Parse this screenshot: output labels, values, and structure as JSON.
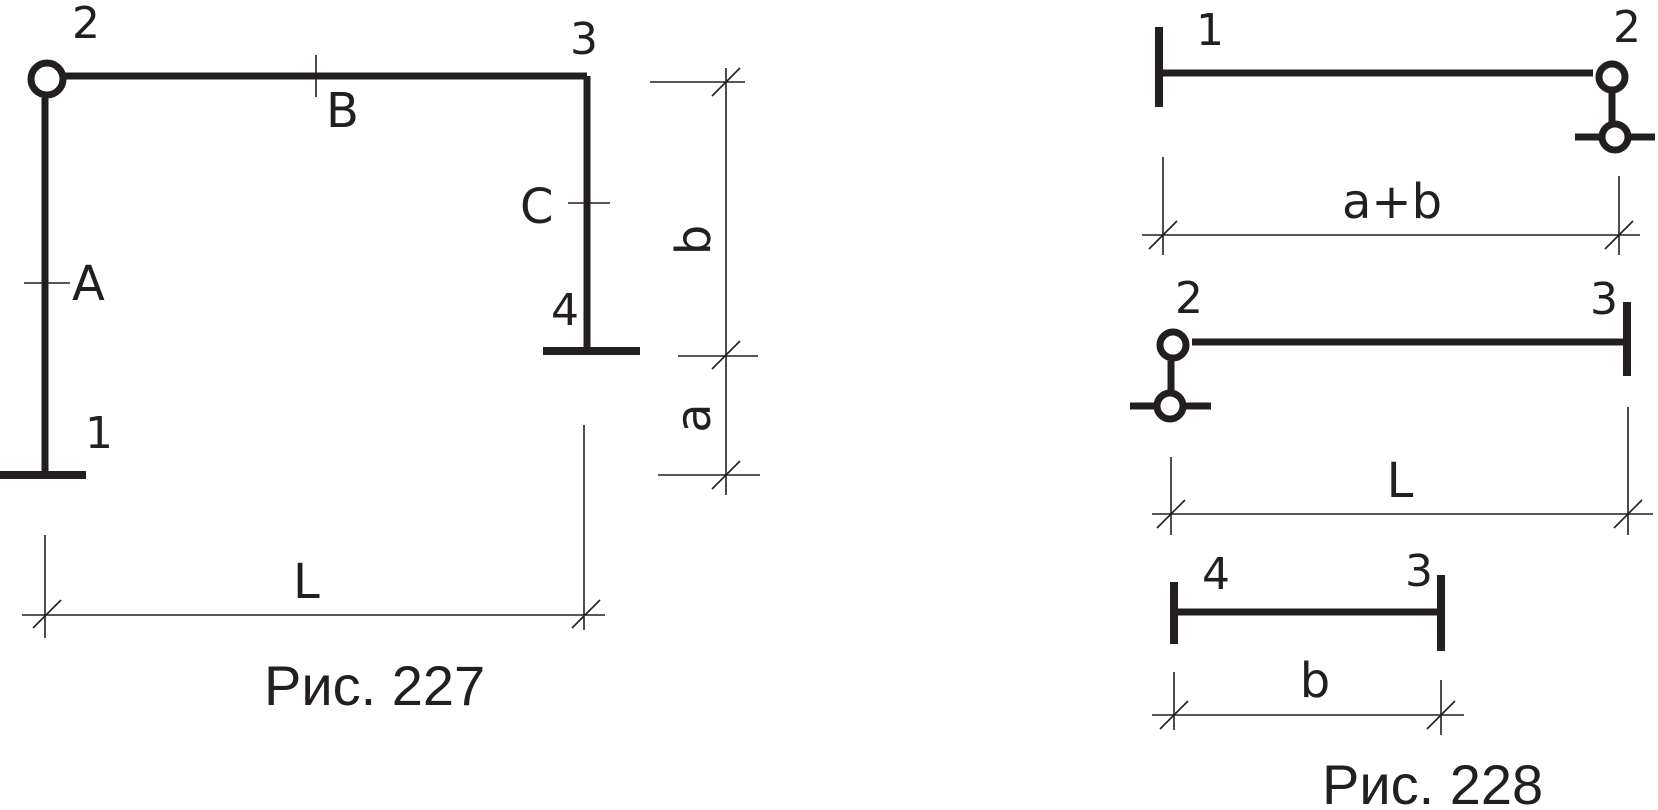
{
  "fig227": {
    "node_1": "1",
    "node_2": "2",
    "node_3": "3",
    "node_4": "4",
    "point_a": "A",
    "point_b": "B",
    "point_c": "C",
    "dim_l": "L",
    "dim_b": "b",
    "dim_a": "a",
    "caption": "Рис. 227"
  },
  "fig228": {
    "beam1": {
      "left": "1",
      "right": "2",
      "dim": "a+b"
    },
    "beam2": {
      "left": "2",
      "right": "3",
      "dim": "L"
    },
    "beam3": {
      "left": "4",
      "right": "3",
      "dim": "b"
    },
    "caption": "Рис. 228"
  }
}
